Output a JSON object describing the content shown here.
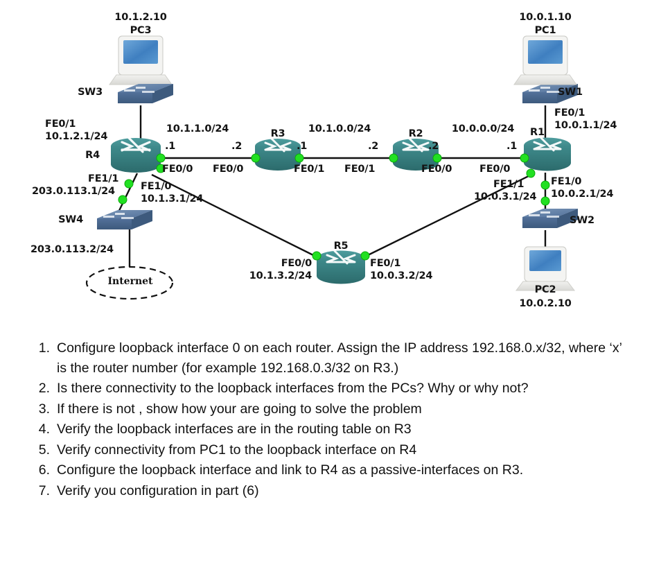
{
  "diagram": {
    "title": "Network topology with routers R1-R5, switches SW1-SW4 and PCs",
    "colors": {
      "router_fill": "#3f8b8c",
      "router_fill_dark": "#2f6f70",
      "switch_fill": "#5d7da3",
      "switch_fill_dark": "#46627f",
      "pc_screen": "#4b8fd0",
      "interface_dot": "#22e022",
      "link": "#111111",
      "text": "#141414"
    },
    "devices": [
      {
        "id": "PC3",
        "type": "pc",
        "label": "PC3",
        "ip": "10.1.2.10"
      },
      {
        "id": "SW3",
        "type": "switch",
        "label": "SW3"
      },
      {
        "id": "R4",
        "type": "router",
        "label": "R4"
      },
      {
        "id": "SW4",
        "type": "switch",
        "label": "SW4"
      },
      {
        "id": "CLOUD",
        "type": "cloud",
        "label": "Internet"
      },
      {
        "id": "R3",
        "type": "router",
        "label": "R3"
      },
      {
        "id": "R2",
        "type": "router",
        "label": "R2"
      },
      {
        "id": "R1",
        "type": "router",
        "label": "R1"
      },
      {
        "id": "R5",
        "type": "router",
        "label": "R5"
      },
      {
        "id": "SW1",
        "type": "switch",
        "label": "SW1"
      },
      {
        "id": "SW2",
        "type": "switch",
        "label": "SW2"
      },
      {
        "id": "PC1",
        "type": "pc",
        "label": "PC1",
        "ip": "10.0.1.10"
      },
      {
        "id": "PC2",
        "type": "pc",
        "label": "PC2",
        "ip": "10.0.2.10"
      }
    ],
    "labels": {
      "pc3_ip": "10.1.2.10",
      "pc3_name": "PC3",
      "sw3_name": "SW3",
      "r4_name": "R4",
      "r4_fe01_if": "FE0/1",
      "r4_fe01_ip": "10.1.2.1/24",
      "r4_fe11_if": "FE1/1",
      "r4_fe11_ip": "203.0.113.1/24",
      "r4_fe10_if": "FE1/0",
      "r4_fe10_ip": "10.1.3.1/24",
      "r4_fe00_if": "FE0/0",
      "r4_fe00_host": ".1",
      "sw4_name": "SW4",
      "sw4_ip": "203.0.113.2/24",
      "cloud_name": "Internet",
      "net_10_1_1_0": "10.1.1.0/24",
      "r3_name": "R3",
      "r3_fe00_if": "FE0/0",
      "r3_fe00_host": ".2",
      "r3_fe01_if": "FE0/1",
      "r3_fe01_host": ".1",
      "net_10_1_0_0": "10.1.0.0/24",
      "r2_name": "R2",
      "r2_fe01_if": "FE0/1",
      "r2_fe01_host": ".2",
      "r2_fe00_if": "FE0/0",
      "r2_fe00_host": ".2",
      "net_10_0_0_0": "10.0.0.0/24",
      "r1_name": "R1",
      "r1_fe00_if": "FE0/0",
      "r1_fe00_host": ".1",
      "r1_fe01_if": "FE0/1",
      "r1_fe01_ip": "10.0.1.1/24",
      "r1_fe11_if": "FE1/1",
      "r1_fe11_ip": "10.0.3.1/24",
      "r1_fe10_if": "FE1/0",
      "r1_fe10_ip": "10.0.2.1/24",
      "r5_name": "R5",
      "r5_fe00_if": "FE0/0",
      "r5_fe00_ip": "10.1.3.2/24",
      "r5_fe01_if": "FE0/1",
      "r5_fe01_ip": "10.0.3.2/24",
      "sw1_name": "SW1",
      "sw2_name": "SW2",
      "pc1_ip": "10.0.1.10",
      "pc1_name": "PC1",
      "pc2_name": "PC2",
      "pc2_ip": "10.0.2.10"
    }
  },
  "questions": {
    "items": [
      {
        "num": "1.",
        "text": "Configure loopback interface 0 on each router. Assign the IP address 192.168.0.x/32, where ‘x’ is the router number (for example 192.168.0.3/32 on R3.)"
      },
      {
        "num": "2.",
        "text": "Is there connectivity to the loopback interfaces from the PCs? Why or why not?"
      },
      {
        "num": "3.",
        "text": "If there is not , show how your are going to solve the problem"
      },
      {
        "num": "4.",
        "text": "Verify the loopback interfaces are in the routing table on R3"
      },
      {
        "num": "5.",
        "text": "Verify connectivity from PC1 to the loopback interface on R4"
      },
      {
        "num": "6.",
        "text": "Configure the loopback interface and link to R4 as a passive-interfaces on R3."
      },
      {
        "num": "7.",
        "text": "Verify you configuration in part (6)"
      }
    ]
  }
}
